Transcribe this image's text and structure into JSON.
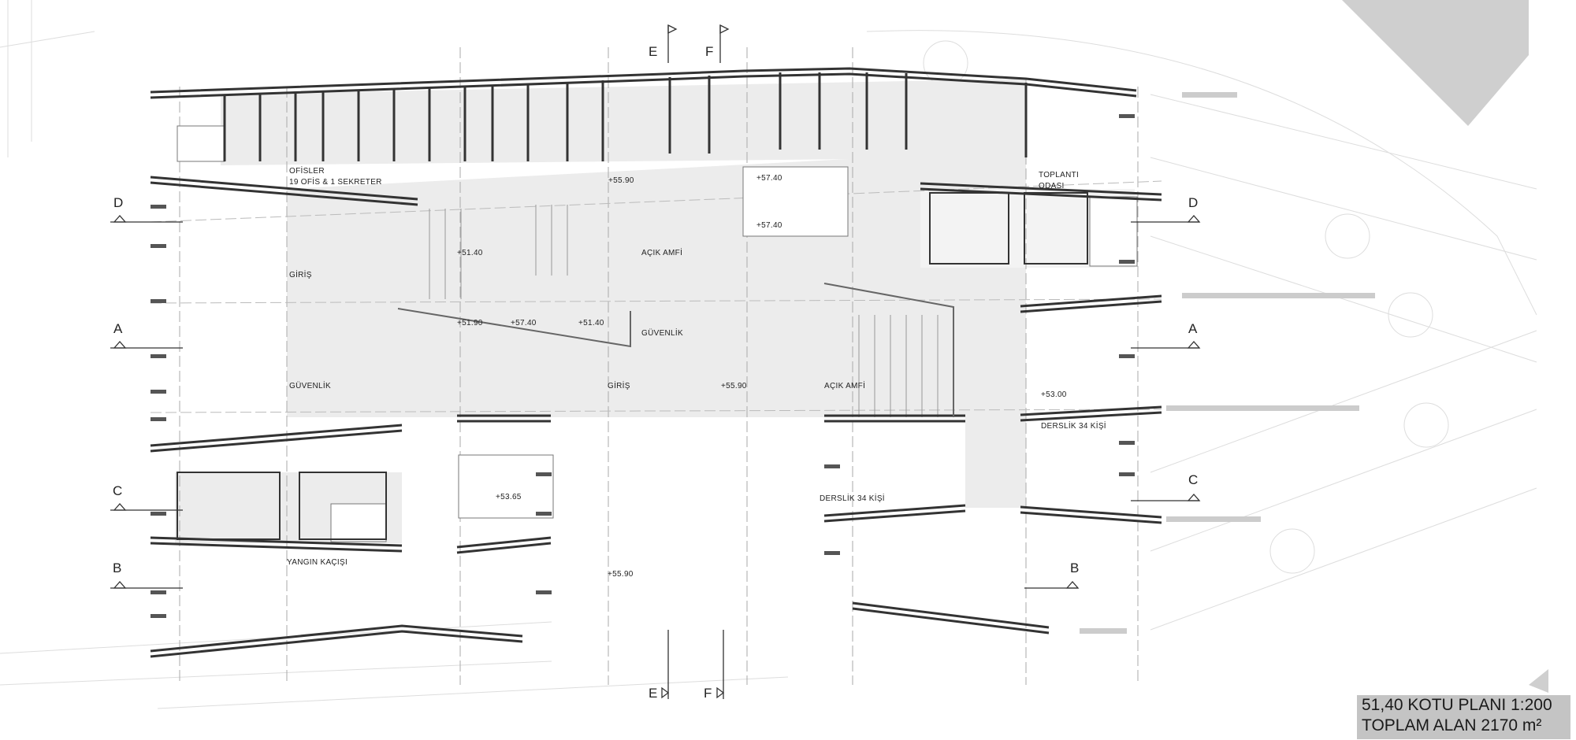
{
  "plan": {
    "title_line1": "51,40 KOTU PLANI 1:200",
    "title_line2": "TOPLAM ALAN 2170 m²",
    "labels": {
      "offices": "OFİSLER",
      "offices_detail": "19 OFİS & 1 SEKRETER",
      "meeting_room_1": "TOPLANTI",
      "meeting_room_2": "ODASI",
      "open_amphi_upper": "AÇIK AMFİ",
      "open_amphi_lower": "AÇIK AMFİ",
      "entrance_left": "GİRİŞ",
      "entrance_center": "GİRİŞ",
      "security_left": "GÜVENLİK",
      "security_center": "GÜVENLİK",
      "classroom_right": "DERSLİK 34 KİŞİ",
      "classroom_center": "DERSLİK 34 KİŞİ",
      "fire_escape": "YANGIN KAÇIŞI"
    },
    "elevations": {
      "e1": "+55.90",
      "e2": "+57.40",
      "e3": "+57.40",
      "e4": "+51.40",
      "e5": "+51.90",
      "e6": "+57.40",
      "e7": "+51.40",
      "e8": "+55.90",
      "e9": "+53.00",
      "e10": "+53.65",
      "e11": "+55.90"
    },
    "sections": {
      "d_left": "D",
      "d_right": "D",
      "a_left": "A",
      "a_right": "A",
      "c_left": "C",
      "c_right": "C",
      "b_left": "B",
      "b_right": "B",
      "e_top": "E",
      "f_top": "F",
      "e_bottom": "E",
      "f_bottom": "F"
    }
  }
}
